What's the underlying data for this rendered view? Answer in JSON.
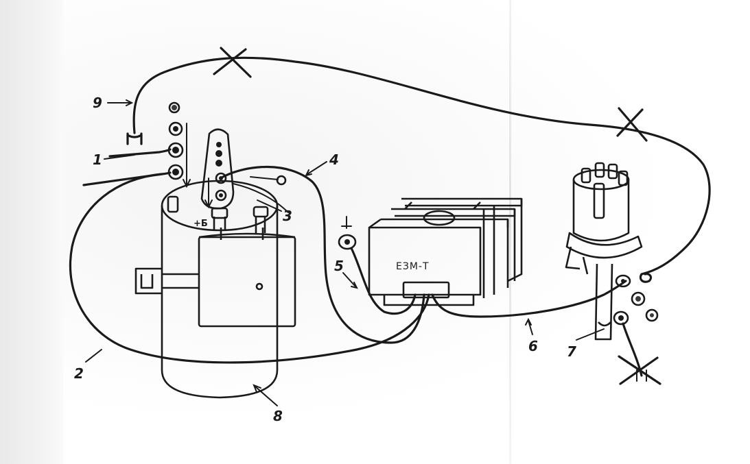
{
  "module_label": "ЕЗМ-Т",
  "terminal_label": "+Б",
  "callouts": {
    "c1": "1",
    "c2": "2",
    "c3": "3",
    "c4": "4",
    "c5": "5",
    "c6": "6",
    "c7": "7",
    "c8": "8",
    "c9": "9"
  }
}
